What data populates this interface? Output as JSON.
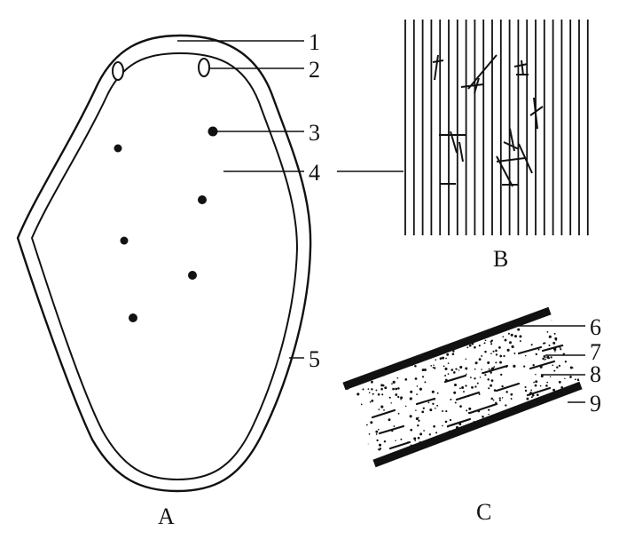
{
  "panels": {
    "a": {
      "label": "A"
    },
    "b": {
      "label": "B"
    },
    "c": {
      "label": "C"
    }
  },
  "callouts": [
    "1",
    "2",
    "3",
    "4",
    "5",
    "6",
    "7",
    "8",
    "9"
  ],
  "colors": {
    "ink": "#111111",
    "paper": "#ffffff"
  }
}
